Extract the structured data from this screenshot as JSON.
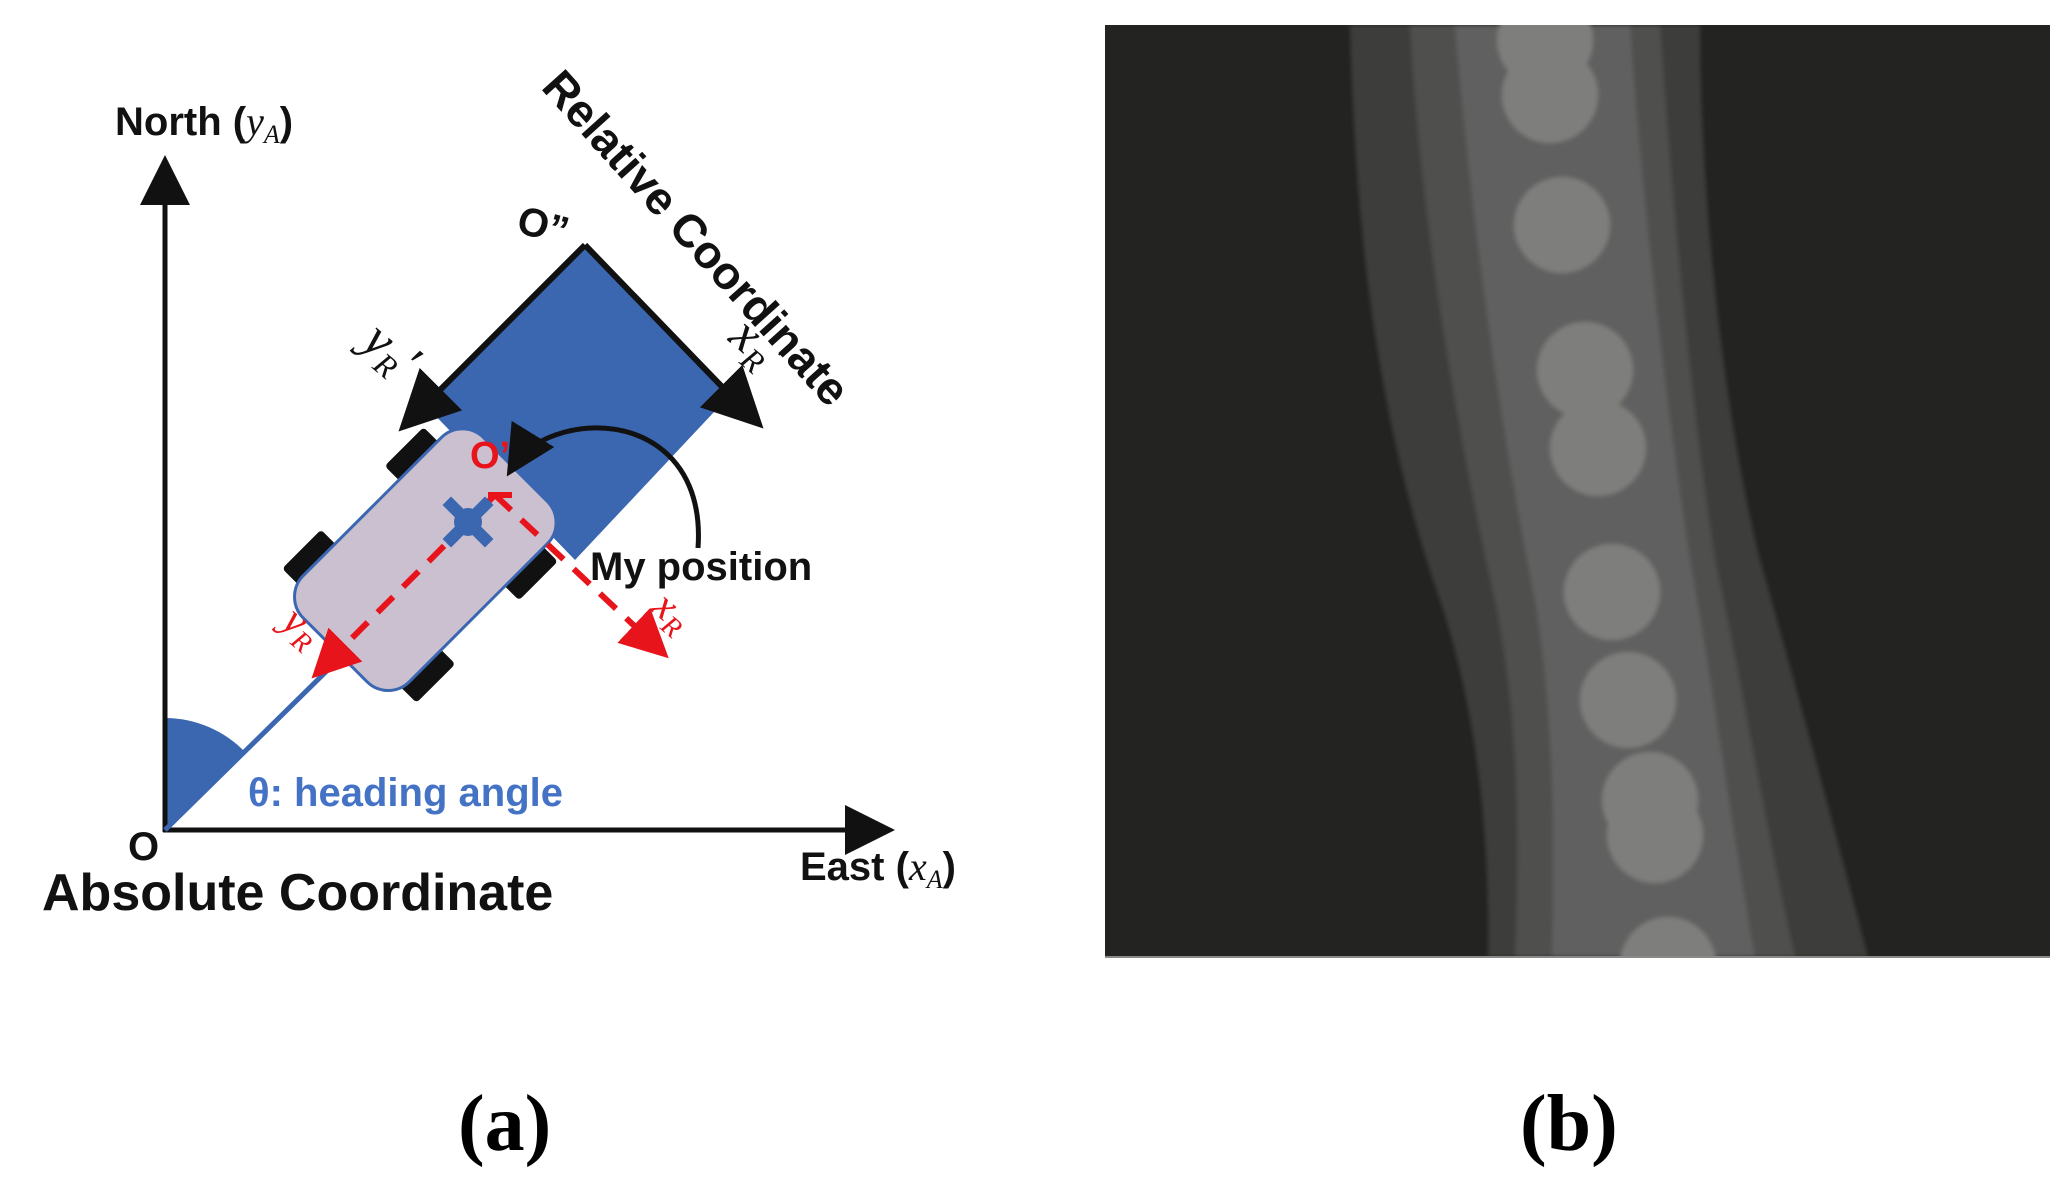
{
  "panel_a": {
    "label": "(a)",
    "north_prefix": "North (",
    "north_var": "y",
    "north_sub": "A",
    "north_suffix": ")",
    "east_prefix": "East (",
    "east_var": "x",
    "east_sub": "A",
    "east_suffix": ")",
    "origin": "O",
    "absolute_title": "Absolute Coordinate",
    "relative_title": "Relative Coordinate",
    "origin_double_prime": "O”",
    "origin_prime": "O’",
    "yr_prime_var": "y",
    "yr_prime_sub": "R",
    "yr_prime_mark": "′",
    "xr_prime_var": "x",
    "xr_prime_sub": "R",
    "xr_prime_mark": "′",
    "yr_var": "y",
    "yr_sub": "R",
    "xr_var": "x",
    "xr_sub": "R",
    "my_position": "My position",
    "heading": "θ: heading angle"
  },
  "panel_b": {
    "label": "(b)"
  },
  "colors": {
    "blue": "#3b67b1",
    "red": "#e8141b",
    "robot_body": "#cbc0d0",
    "dark_bg": "#232321"
  }
}
